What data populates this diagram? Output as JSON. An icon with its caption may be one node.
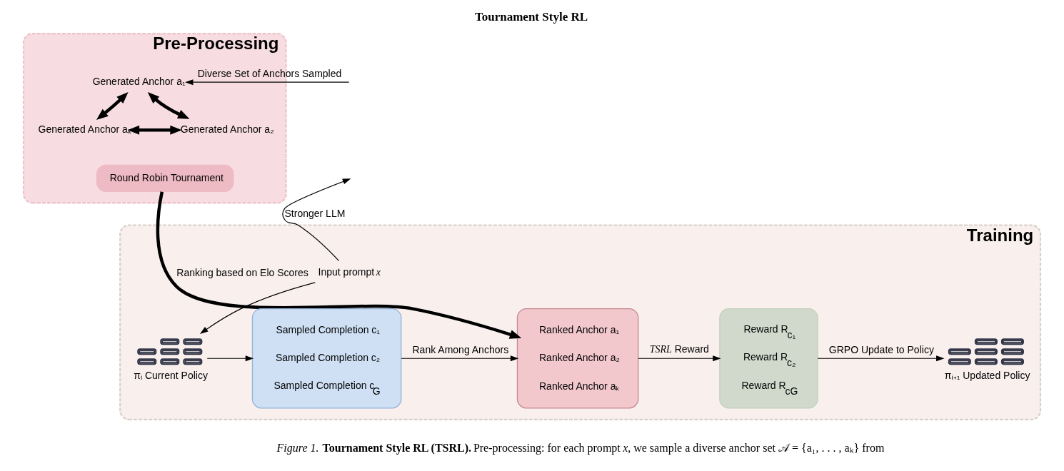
{
  "diagram": {
    "title": "Tournament Style RL",
    "caption": "*Figure 1.* **Tournament Style RL (TSRL).** Pre-processing: for each prompt *x*, we sample a diverse anchor set 𝒜 = {a₁, . . . , aₖ} from",
    "nodes": [
      {
        "text": [
          "Pre-Processing"
        ]
      },
      {
        "text": [
          "Generated Anchor a₁"
        ],
        "in": 0
      },
      {
        "text": [
          "Round Robin Tournament"
        ],
        "in": 0
      },
      {
        "text": [
          "Generated Anchor aₖ"
        ],
        "in": 0
      },
      {
        "text": [
          "Generated Anchor a₂"
        ],
        "in": 0
      },
      {
        "text": [
          "Training"
        ]
      },
      {
        "text": [
          "Input prompt *x*"
        ],
        "in": 5
      },
      {
        "text": [],
        "shape": "picture",
        "beside": [
          "πᵢ Current Policy"
        ],
        "in": 5
      },
      {
        "text": [
          "Sampled Completion c₁",
          "Sampled Completion c₂",
          "Sampled Completion c$_{G}$"
        ],
        "in": 5
      },
      {
        "text": [
          "Ranked Anchor a₁",
          "Ranked Anchor a₂",
          "Ranked Anchor aₖ"
        ],
        "in": 5
      },
      {
        "text": [
          "Reward R$_{c₁}$",
          "Reward R$_{c₂}$",
          "Reward R$_{cG}$"
        ],
        "in": 5
      },
      {
        "text": [],
        "shape": "picture",
        "beside": [
          "πᵢ₊₁ Updated Policy"
        ],
        "in": 5
      }
    ],
    "edges": [
      {
        "from": 6,
        "to": null,
        "arrow": "to",
        "label": "Stronger LLM"
      },
      {
        "from": null,
        "to": 1,
        "arrow": "to",
        "label": "Diverse Set of Anchors Sampled"
      },
      {
        "from": 1,
        "to": 3,
        "arrow": "both",
        "style": "thick"
      },
      {
        "from": 1,
        "to": 4,
        "arrow": "both",
        "style": "thick"
      },
      {
        "from": 3,
        "to": 4,
        "arrow": "both",
        "style": "thick"
      },
      {
        "from": 2,
        "to": 9,
        "arrow": "to",
        "style": "thick",
        "label": "Ranking based on Elo Scores"
      },
      {
        "from": 6,
        "to": 7,
        "arrow": "to"
      },
      {
        "from": 7,
        "to": 8,
        "arrow": "to"
      },
      {
        "from": 8,
        "to": 9,
        "arrow": "to",
        "label": "Rank Among Anchors"
      },
      {
        "from": 9,
        "to": 10,
        "arrow": "to",
        "label": "*TSRL* Reward"
      },
      {
        "from": 10,
        "to": 11,
        "arrow": "to",
        "label": "GRPO Update to Policy"
      }
    ]
  }
}
